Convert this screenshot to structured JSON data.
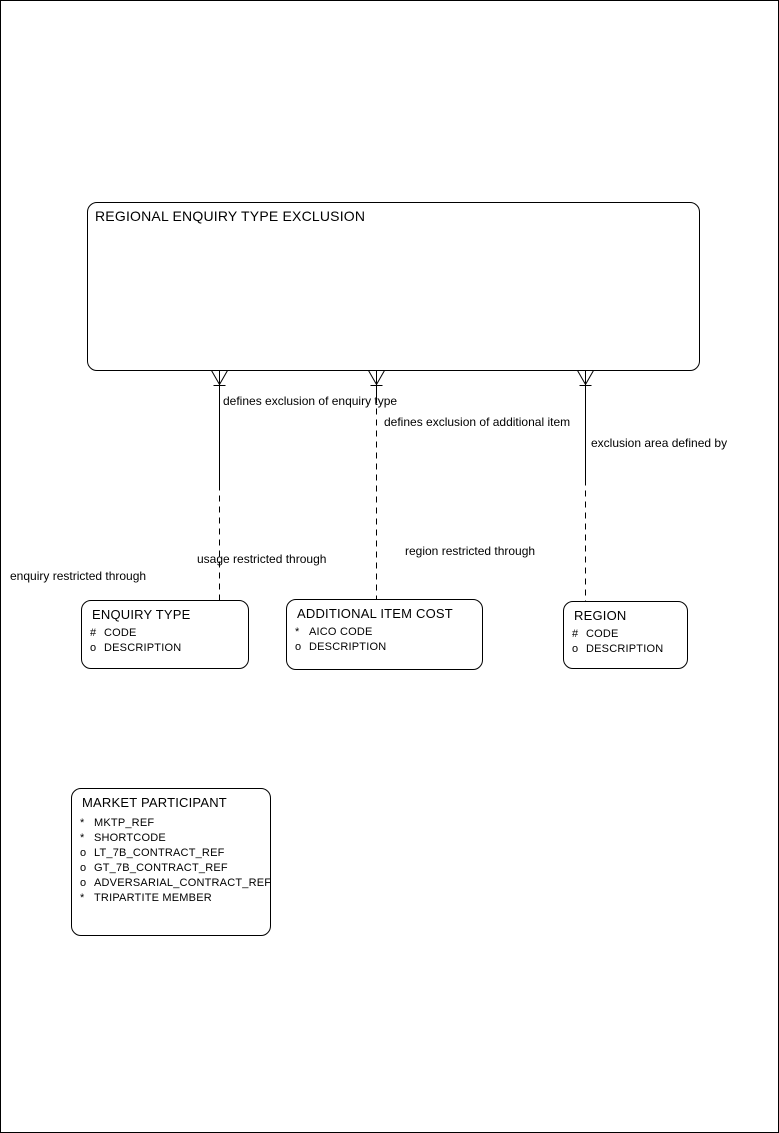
{
  "canvas": {
    "background": "#ffffff",
    "line_color": "#000000",
    "text_color": "#000000"
  },
  "root_entity": {
    "title": "REGIONAL ENQUIRY TYPE EXCLUSION"
  },
  "entities": {
    "enquiry_type": {
      "title": "ENQUIRY TYPE",
      "attributes": [
        {
          "prefix": "#",
          "name": "CODE"
        },
        {
          "prefix": "o",
          "name": "DESCRIPTION"
        }
      ]
    },
    "additional_item_cost": {
      "title": "ADDITIONAL ITEM COST",
      "attributes": [
        {
          "prefix": "*",
          "name": "AICO CODE"
        },
        {
          "prefix": "o",
          "name": "DESCRIPTION"
        }
      ]
    },
    "region": {
      "title": "REGION",
      "attributes": [
        {
          "prefix": "#",
          "name": "CODE"
        },
        {
          "prefix": "o",
          "name": "DESCRIPTION"
        }
      ]
    },
    "market_participant": {
      "title": "MARKET PARTICIPANT",
      "attributes": [
        {
          "prefix": "*",
          "name": "MKTP_REF"
        },
        {
          "prefix": "*",
          "name": "SHORTCODE"
        },
        {
          "prefix": "o",
          "name": "LT_7B_CONTRACT_REF"
        },
        {
          "prefix": "o",
          "name": "GT_7B_CONTRACT_REF"
        },
        {
          "prefix": "o",
          "name": "ADVERSARIAL_CONTRACT_REF"
        },
        {
          "prefix": "*",
          "name": "TRIPARTITE MEMBER"
        }
      ]
    }
  },
  "relationships": [
    {
      "target": "ENQUIRY TYPE",
      "from_label": "defines exclusion of enquiry type",
      "to_label": "enquiry restricted through",
      "many_end": "REGIONAL ENQUIRY TYPE EXCLUSION"
    },
    {
      "target": "ADDITIONAL ITEM COST",
      "from_label": "defines exclusion of additional item",
      "to_label": "usage restricted through",
      "many_end": "REGIONAL ENQUIRY TYPE EXCLUSION"
    },
    {
      "target": "REGION",
      "from_label": "exclusion area defined by",
      "to_label": "region restricted through",
      "many_end": "REGIONAL ENQUIRY TYPE EXCLUSION"
    }
  ]
}
